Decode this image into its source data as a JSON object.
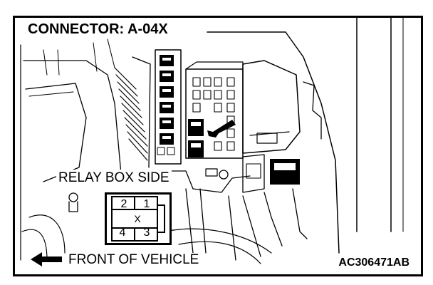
{
  "title": "CONNECTOR: A-04X",
  "relay_box_side": "RELAY BOX SIDE",
  "front_of_vehicle": "FRONT OF VEHICLE",
  "figure_code": "AC306471AB",
  "connector_pins": {
    "p1": "1",
    "p2": "2",
    "p3": "3",
    "p4": "4",
    "marker": "X"
  }
}
